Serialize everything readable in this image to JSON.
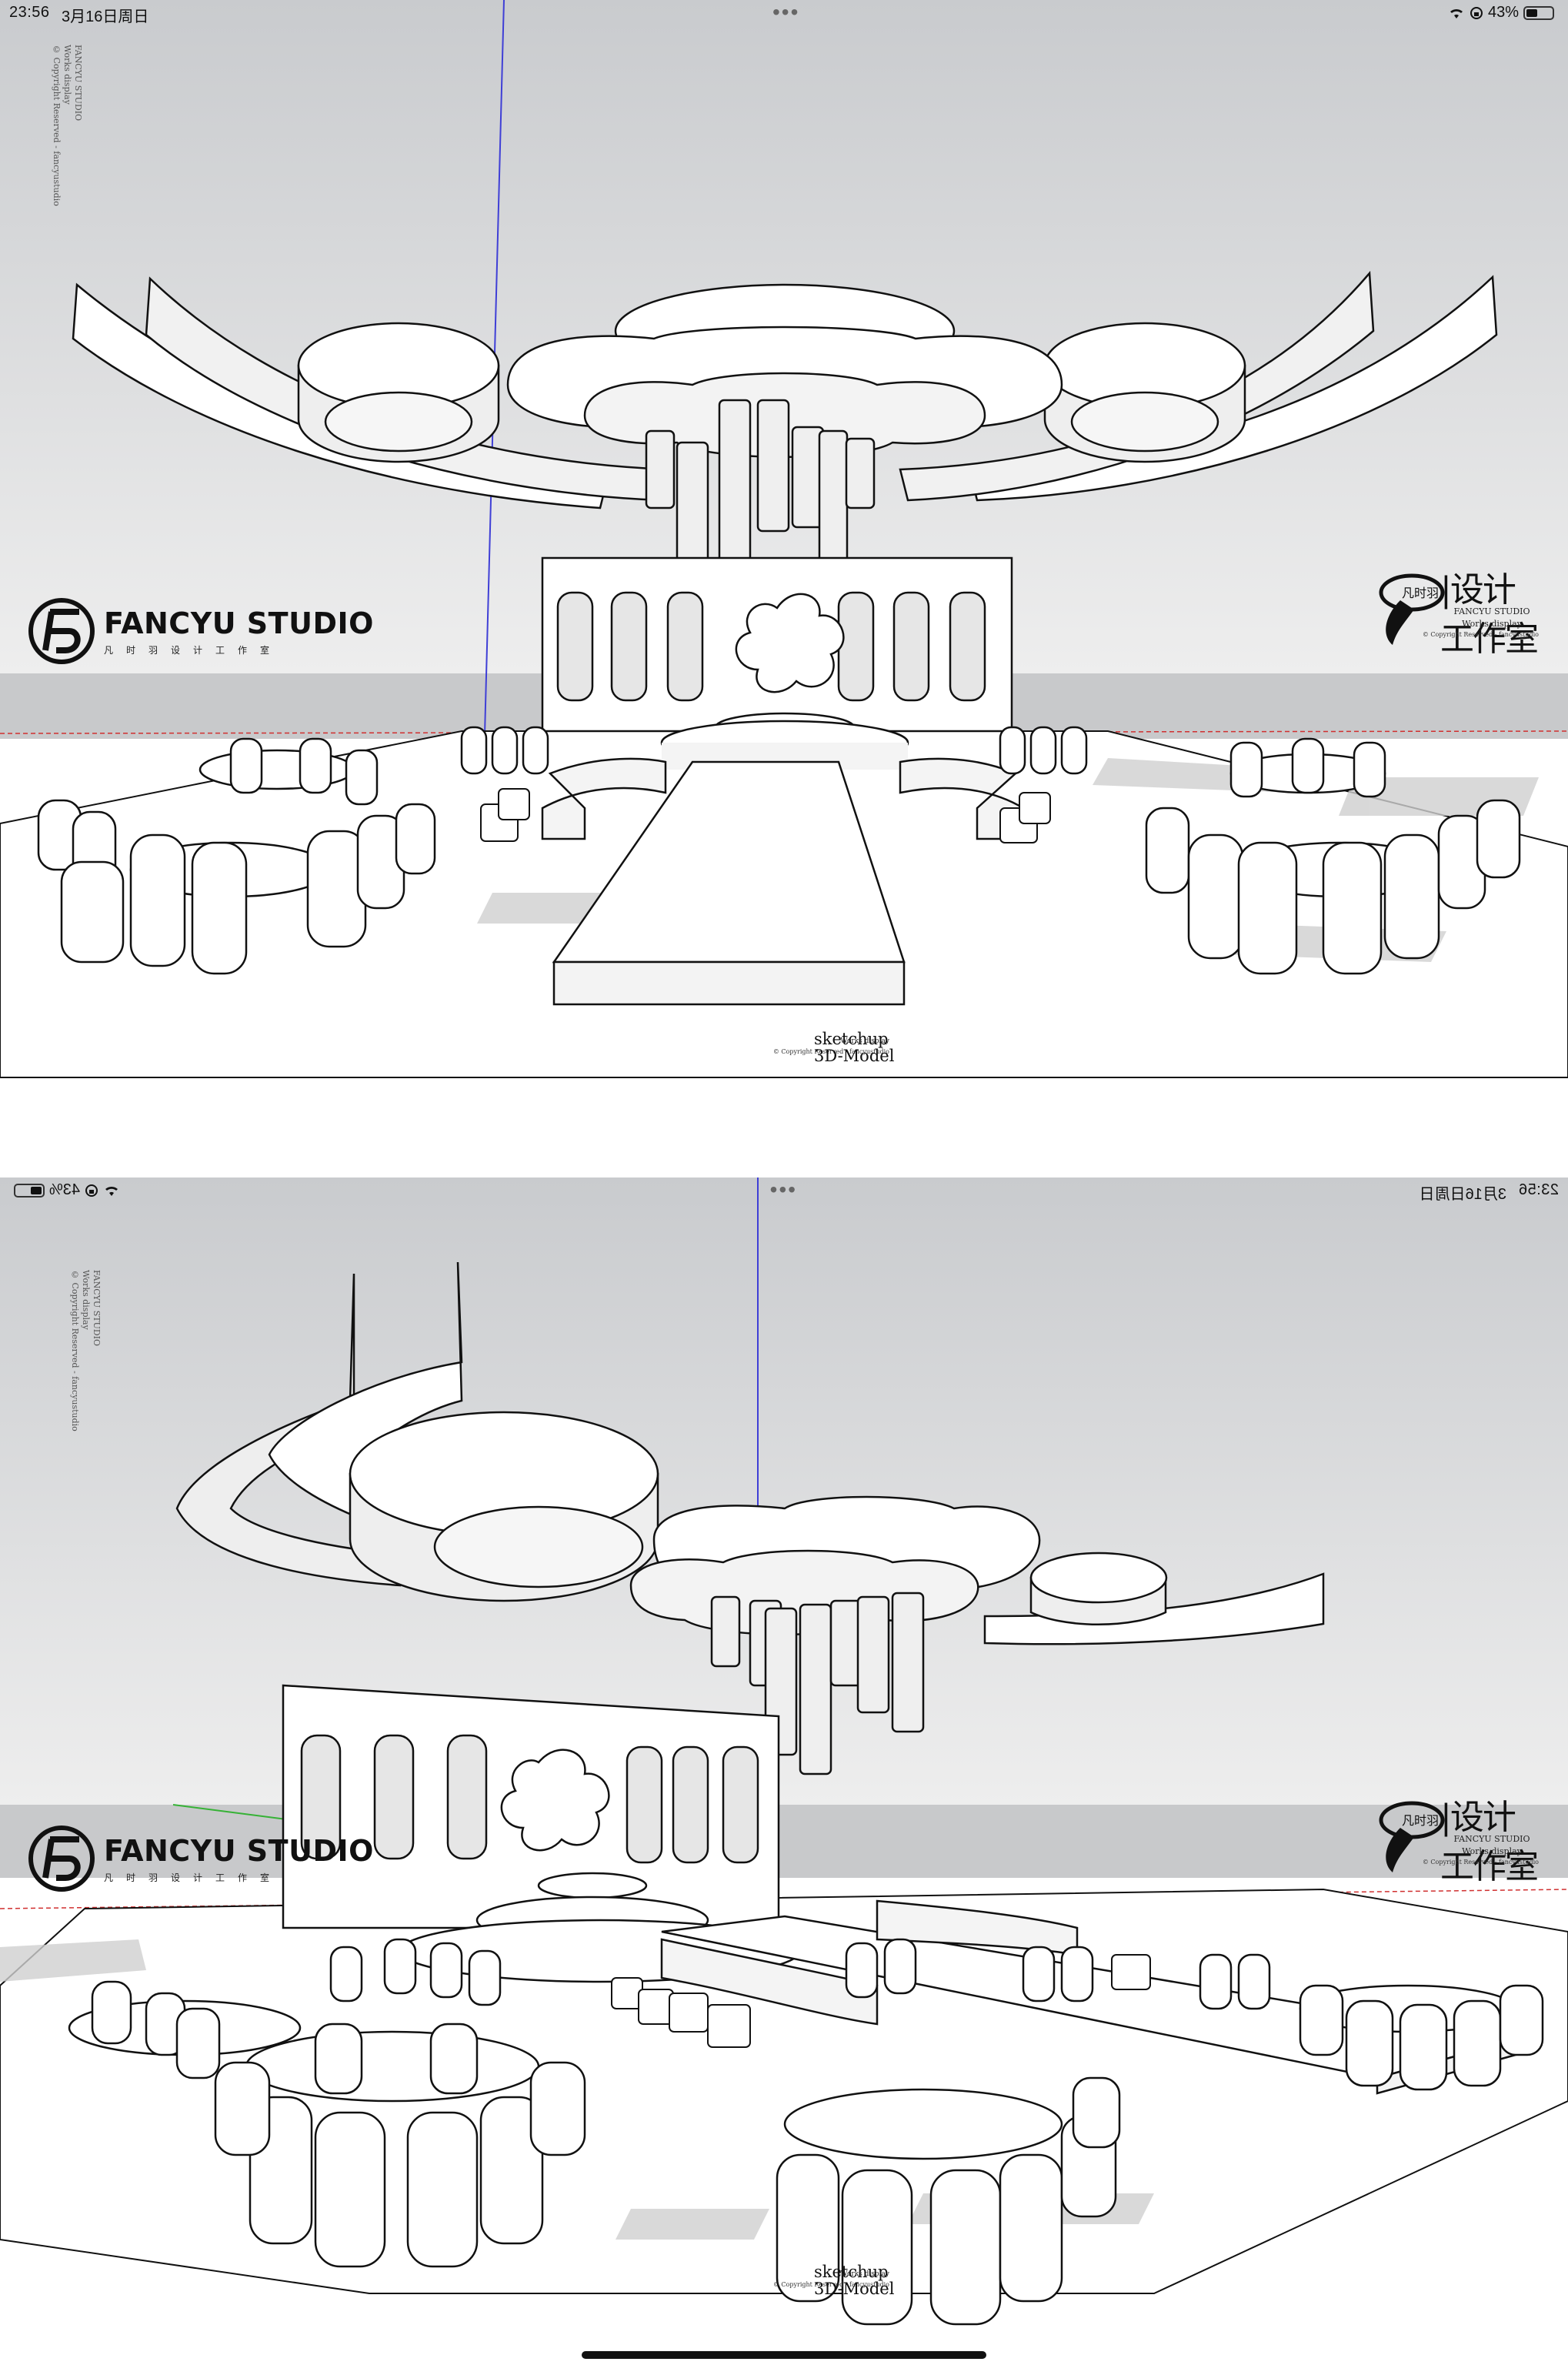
{
  "status_bar": {
    "time": "23:56",
    "date": "3月16日周日",
    "more_dots": "•••",
    "battery_text": "43%"
  },
  "watermark": {
    "vertical_lines": [
      "FANCYU STUDIO",
      "Works display",
      "© Copyright Reserved - fancyustudio"
    ]
  },
  "logo_left": {
    "name": "FANCYU STUDIO",
    "sub": "凡时羽设计工作室"
  },
  "logo_right": {
    "cn_text": "|设计工作室",
    "line1": "FANCYU STUDIO",
    "line2": "Works display",
    "line3": "© Copyright Reserved - fancyustudio"
  },
  "caption": {
    "works_display": "Works display",
    "copyright": "© Copyright Reserved - fancyustudio",
    "sketchup": "sketchup",
    "model": "3D-Model"
  },
  "colors": {
    "sky_top": "#c9cbce",
    "sky_bottom": "#eceded",
    "ground": "#c8c9cb",
    "floor": "#ffffff",
    "axis_blue": "#3f3fd6",
    "axis_red": "#d03030",
    "axis_green": "#36b236",
    "line": "#111111",
    "shadow": "#bdbdbd"
  }
}
